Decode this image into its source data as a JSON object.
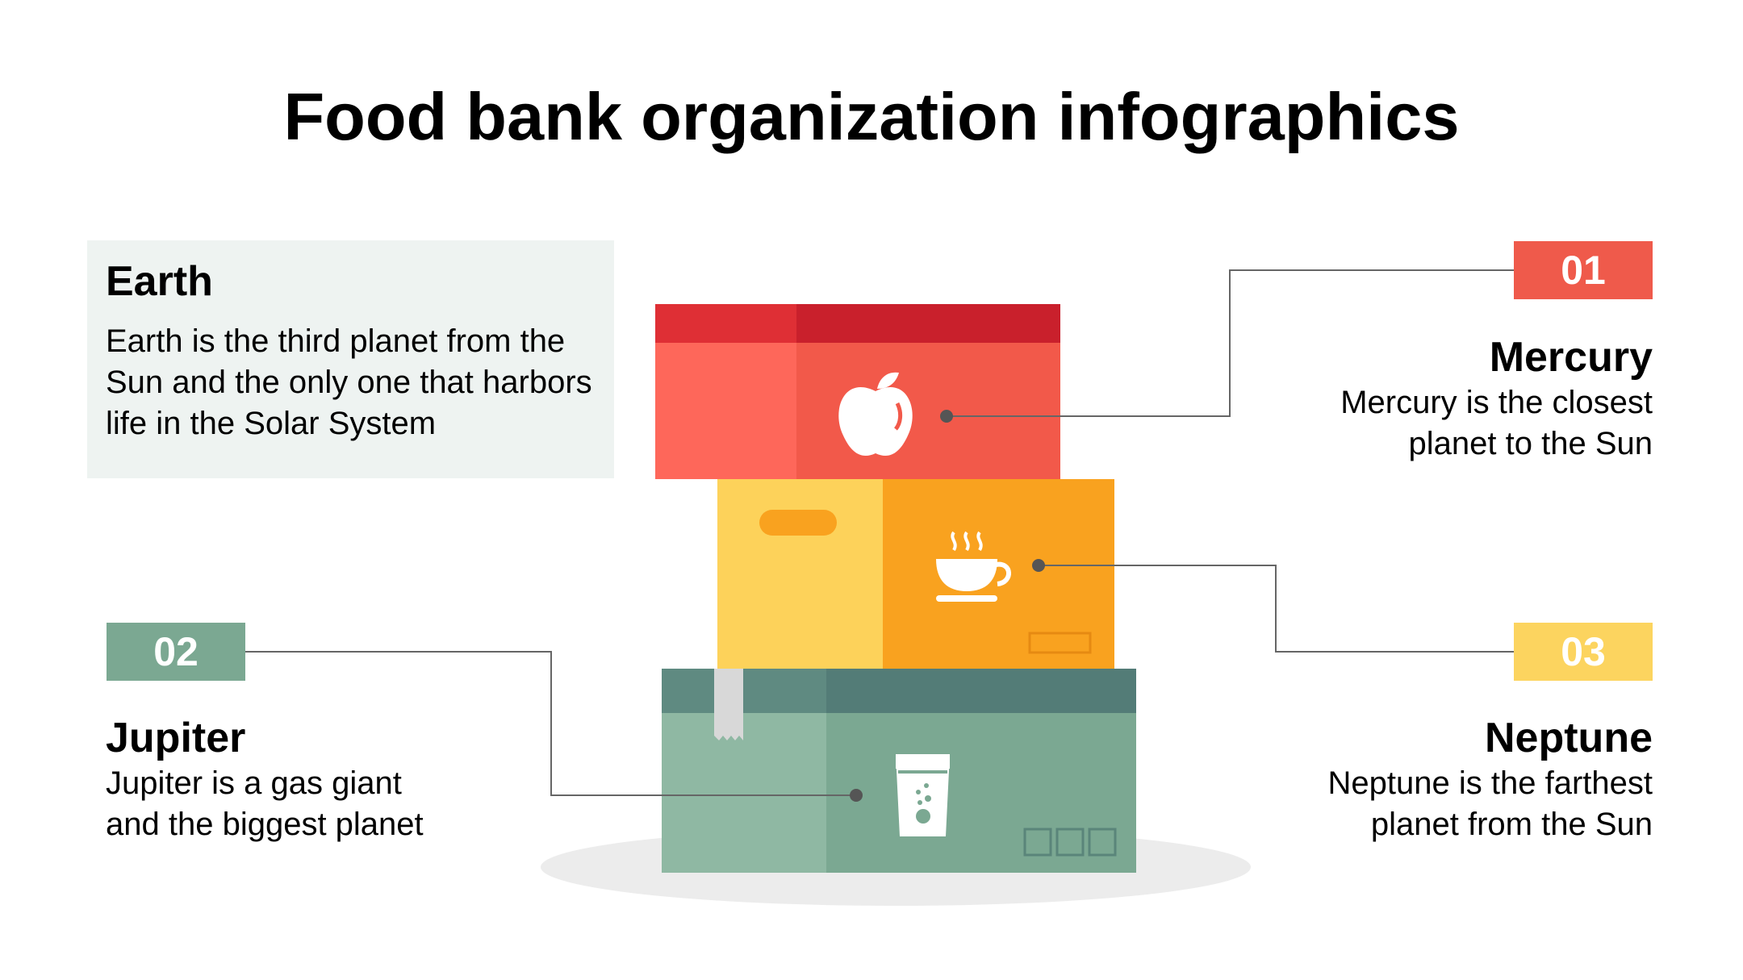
{
  "title": "Food bank organization infographics",
  "earth": {
    "heading": "Earth",
    "text": "Earth is the third planet from the Sun and the only one that harbors life in the Solar System"
  },
  "items": [
    {
      "number": "01",
      "heading": "Mercury",
      "text": "Mercury is the closest planet to the Sun",
      "color": "#ef5a4b"
    },
    {
      "number": "02",
      "heading": "Jupiter",
      "text": "Jupiter is a gas giant and the biggest planet",
      "color": "#7ba892"
    },
    {
      "number": "03",
      "heading": "Neptune",
      "text": "Neptune is the farthest planet from the Sun",
      "color": "#fcd45f"
    }
  ],
  "boxes": [
    {
      "name": "red-box",
      "icon": "apple-icon",
      "color": "#f2594a"
    },
    {
      "name": "orange-box",
      "icon": "coffee-cup-icon",
      "color": "#f9a21f"
    },
    {
      "name": "green-box",
      "icon": "water-glass-icon",
      "color": "#7ba892"
    }
  ]
}
